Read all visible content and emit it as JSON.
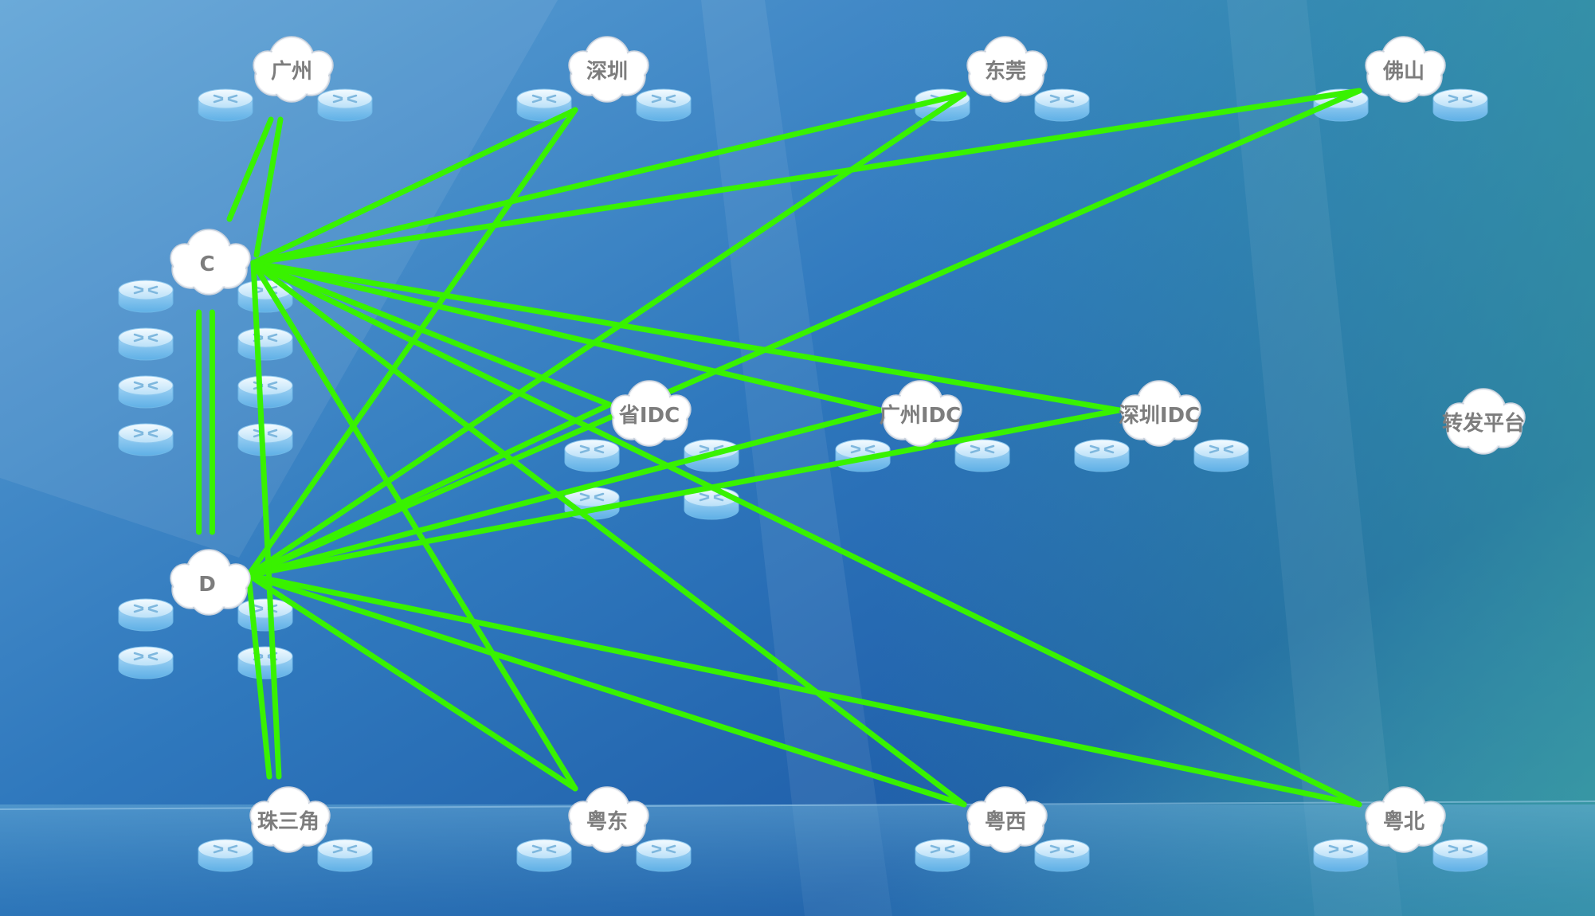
{
  "nodes": [
    {
      "id": "guangzhou",
      "label": "广州"
    },
    {
      "id": "shenzhen",
      "label": "深圳"
    },
    {
      "id": "dongguan",
      "label": "东莞"
    },
    {
      "id": "foshan",
      "label": "佛山"
    },
    {
      "id": "c",
      "label": "C"
    },
    {
      "id": "d",
      "label": "D"
    },
    {
      "id": "sheng-idc",
      "label": "省IDC"
    },
    {
      "id": "guangzhou-idc",
      "label": "广州IDC"
    },
    {
      "id": "shenzhen-idc",
      "label": "深圳IDC"
    },
    {
      "id": "forwarding-platform",
      "label": "转发平台"
    },
    {
      "id": "zhusanjiao",
      "label": "珠三角"
    },
    {
      "id": "yuedong",
      "label": "粤东"
    },
    {
      "id": "yuexi",
      "label": "粤西"
    },
    {
      "id": "yuebei",
      "label": "粤北"
    }
  ],
  "links": [
    [
      "c",
      "guangzhou"
    ],
    [
      "d",
      "guangzhou"
    ],
    [
      "c",
      "shenzhen"
    ],
    [
      "d",
      "shenzhen"
    ],
    [
      "c",
      "dongguan"
    ],
    [
      "d",
      "dongguan"
    ],
    [
      "c",
      "foshan"
    ],
    [
      "d",
      "foshan"
    ],
    [
      "c",
      "d"
    ],
    [
      "c",
      "d"
    ],
    [
      "c",
      "sheng-idc"
    ],
    [
      "d",
      "sheng-idc"
    ],
    [
      "c",
      "guangzhou-idc"
    ],
    [
      "d",
      "guangzhou-idc"
    ],
    [
      "c",
      "shenzhen-idc"
    ],
    [
      "d",
      "shenzhen-idc"
    ],
    [
      "c",
      "zhusanjiao"
    ],
    [
      "d",
      "zhusanjiao"
    ],
    [
      "c",
      "yuedong"
    ],
    [
      "d",
      "yuedong"
    ],
    [
      "c",
      "yuexi"
    ],
    [
      "d",
      "yuexi"
    ],
    [
      "c",
      "yuebei"
    ],
    [
      "d",
      "yuebei"
    ]
  ],
  "colors": {
    "link": "#39f200",
    "background_top": "#4f97cf",
    "background_bottom": "#1c55a2",
    "label": "#7d7d7d"
  },
  "icons": {
    "cloud": "cloud-icon",
    "router": "router-icon"
  }
}
